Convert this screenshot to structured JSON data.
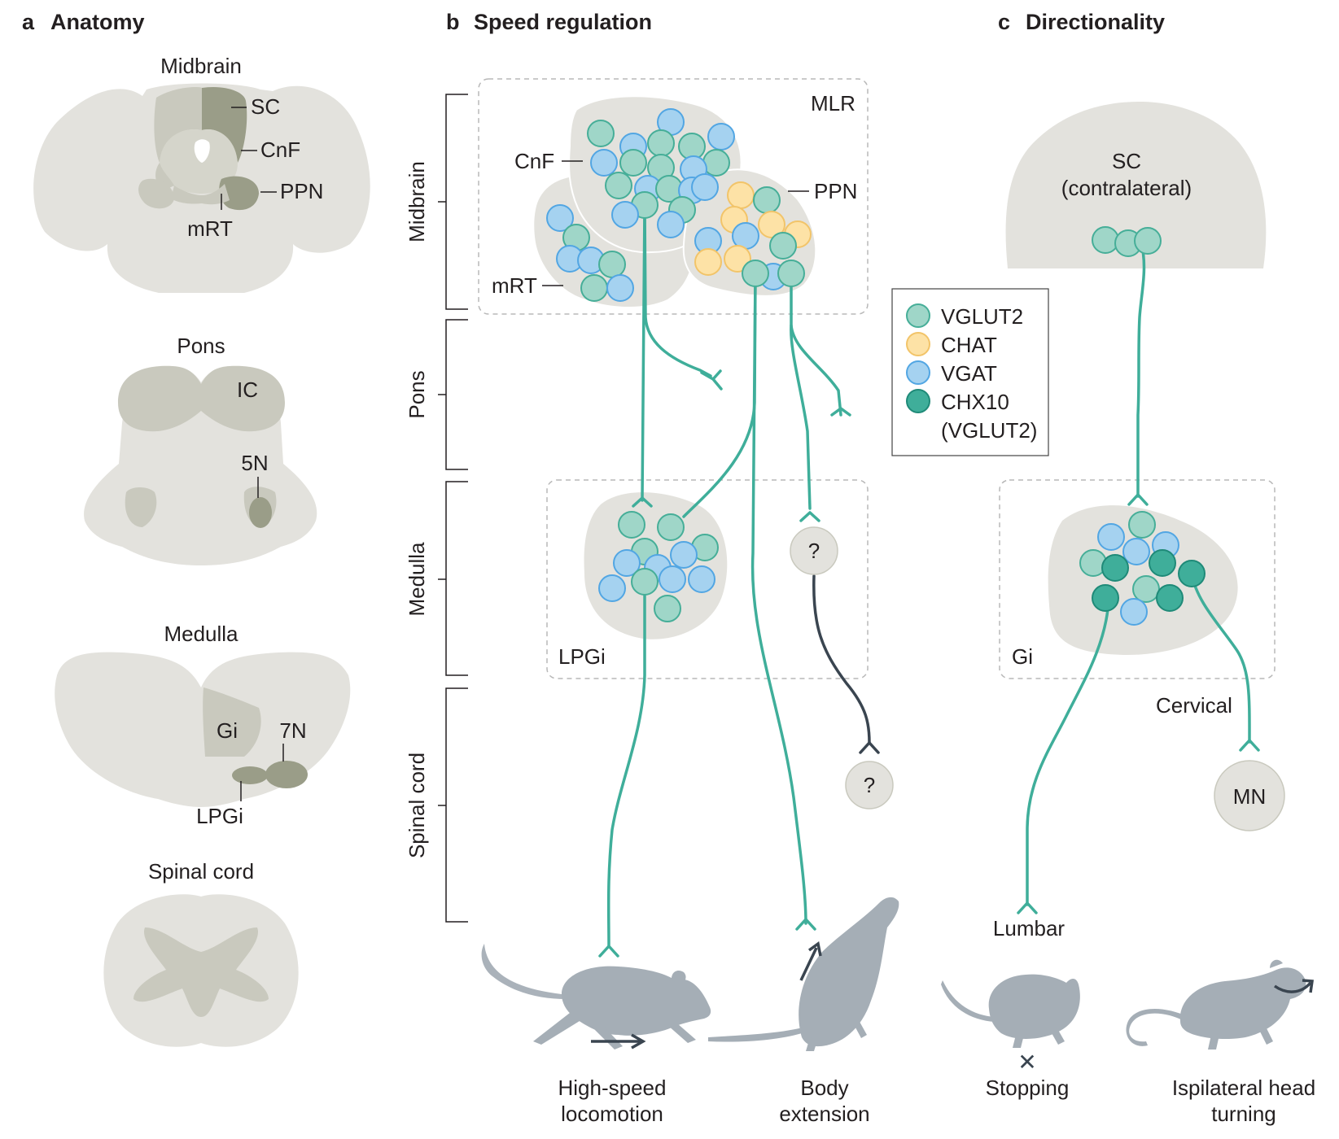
{
  "panels": {
    "a": {
      "letter": "a",
      "title": "Anatomy"
    },
    "b": {
      "letter": "b",
      "title": "Speed regulation"
    },
    "c": {
      "letter": "c",
      "title": "Directionality"
    }
  },
  "anatomy": {
    "midbrain": {
      "title": "Midbrain",
      "labels": [
        "SC",
        "CnF",
        "PPN",
        "mRT"
      ]
    },
    "pons": {
      "title": "Pons",
      "labels": [
        "IC",
        "5N"
      ]
    },
    "medulla": {
      "title": "Medulla",
      "labels": [
        "Gi",
        "7N",
        "LPGi"
      ]
    },
    "spinal_cord": {
      "title": "Spinal cord"
    }
  },
  "speed": {
    "levels": [
      "Midbrain",
      "Pons",
      "Medulla",
      "Spinal cord"
    ],
    "mlr_label": "MLR",
    "nuclei": [
      "CnF",
      "PPN",
      "mRT"
    ],
    "lpgi_label": "LPGi",
    "unknown_label": "?",
    "outcomes": [
      "High-speed",
      "locomotion",
      "Body",
      "extension"
    ]
  },
  "direction": {
    "sc_label": "SC",
    "sc_sub": "(contralateral)",
    "gi_label": "Gi",
    "cervical_label": "Cervical",
    "lumbar_label": "Lumbar",
    "mn_label": "MN",
    "outcomes": [
      "Stopping",
      "Ispilateral head",
      "turning"
    ],
    "stop_mark": "✕"
  },
  "legend": {
    "items": [
      {
        "label": "VGLUT2",
        "fill": "#9fd6c8",
        "stroke": "#46ae98"
      },
      {
        "label": "CHAT",
        "fill": "#fde2a6",
        "stroke": "#f2c469"
      },
      {
        "label": "VGAT",
        "fill": "#a5d2f0",
        "stroke": "#52a6e3"
      },
      {
        "label": "CHX10",
        "fill": "#3fae9a",
        "stroke": "#1f8a78"
      }
    ],
    "chx10_note": "(VGLUT2)"
  },
  "colors": {
    "region_light": "#e3e2dd",
    "region_mid": "#c9c9be",
    "region_dark": "#9a9d88",
    "axon": "#3fae9a",
    "axon_unknown": "#3a4550",
    "mouse": "#a5aeb6"
  },
  "icons": [
    "mouse-running-icon",
    "mouse-rearing-icon",
    "mouse-stopping-icon",
    "mouse-head-turn-icon",
    "arrow-icon",
    "cross-icon"
  ]
}
